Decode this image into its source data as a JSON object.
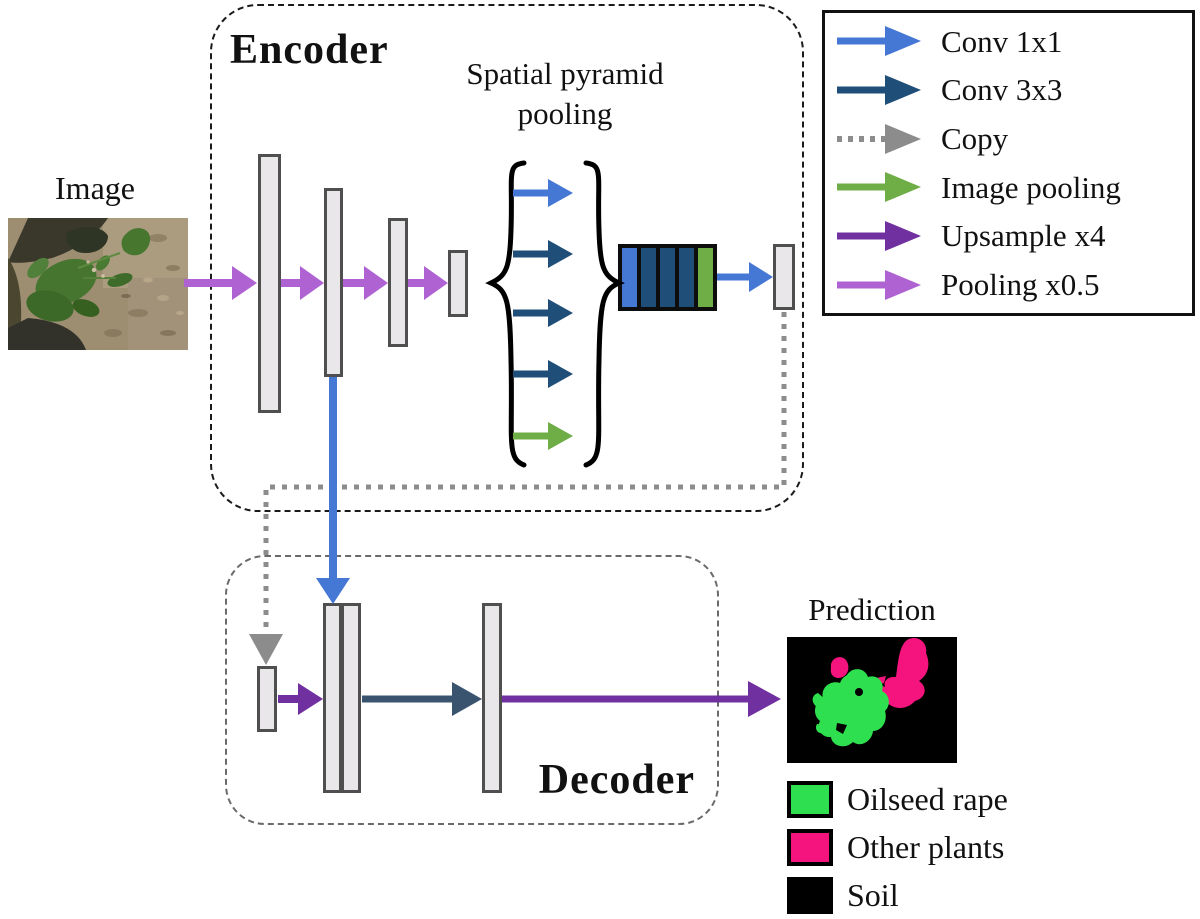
{
  "diagram": {
    "input_label": "Image",
    "encoder_title": "Encoder",
    "spp_label_line1": "Spatial pyramid",
    "spp_label_line2": "pooling",
    "decoder_title": "Decoder",
    "prediction_label": "Prediction"
  },
  "arrow_legend": {
    "items": [
      {
        "label": "Conv 1x1",
        "color": "#4577D4",
        "line_style": "solid"
      },
      {
        "label": "Conv 3x3",
        "color": "#1F4E79",
        "line_style": "solid"
      },
      {
        "label": "Copy",
        "color": "#8C8C8C",
        "line_style": "dotted"
      },
      {
        "label": "Image pooling",
        "color": "#6FAD47",
        "line_style": "solid"
      },
      {
        "label": "Upsample x4",
        "color": "#7030A0",
        "line_style": "solid"
      },
      {
        "label": "Pooling x0.5",
        "color": "#AF63D2",
        "line_style": "solid"
      }
    ]
  },
  "class_legend": {
    "items": [
      {
        "label": "Oilseed rape",
        "color": "#2EE04F"
      },
      {
        "label": "Other plants",
        "color": "#F5137E"
      },
      {
        "label": "Soil",
        "color": "#000000"
      }
    ]
  },
  "colors": {
    "conv1x1_blue": "#4577D4",
    "conv3x3_navy": "#1F4E79",
    "decoder_conv3x3": "#3A5470",
    "copy_gray": "#8C8C8C",
    "image_pooling_green": "#6FAD47",
    "upsample_purple": "#7030A0",
    "pooling_violet": "#AF63D2",
    "prediction_green": "#2EE04F",
    "prediction_pink": "#F5137E",
    "aspp_stripes": [
      "#4577D4",
      "#1F4E79",
      "#1F4E79",
      "#1F4E79",
      "#6FAD47"
    ]
  }
}
